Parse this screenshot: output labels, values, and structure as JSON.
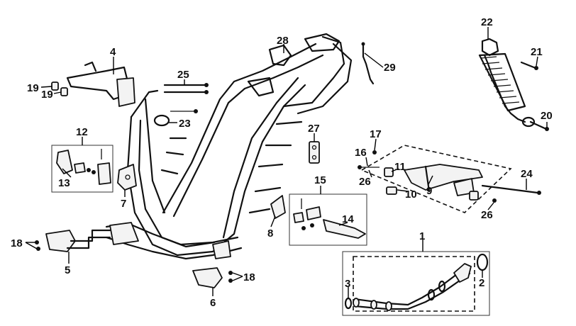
{
  "callouts": {
    "c1": "1",
    "c2": "2",
    "c3": "3",
    "c4": "4",
    "c5": "5",
    "c6": "6",
    "c7": "7",
    "c8": "8",
    "c9": "9",
    "c10": "10",
    "c11": "11",
    "c12": "12",
    "c13": "13",
    "c14": "14",
    "c15": "15",
    "c16": "16",
    "c17": "17",
    "c18a": "18",
    "c18b": "18",
    "c19a": "19",
    "c19b": "19",
    "c20": "20",
    "c21": "21",
    "c22": "22",
    "c23": "23",
    "c24": "24",
    "c25": "25",
    "c26a": "26",
    "c26b": "26",
    "c27": "27",
    "c28": "28",
    "c29": "29"
  }
}
